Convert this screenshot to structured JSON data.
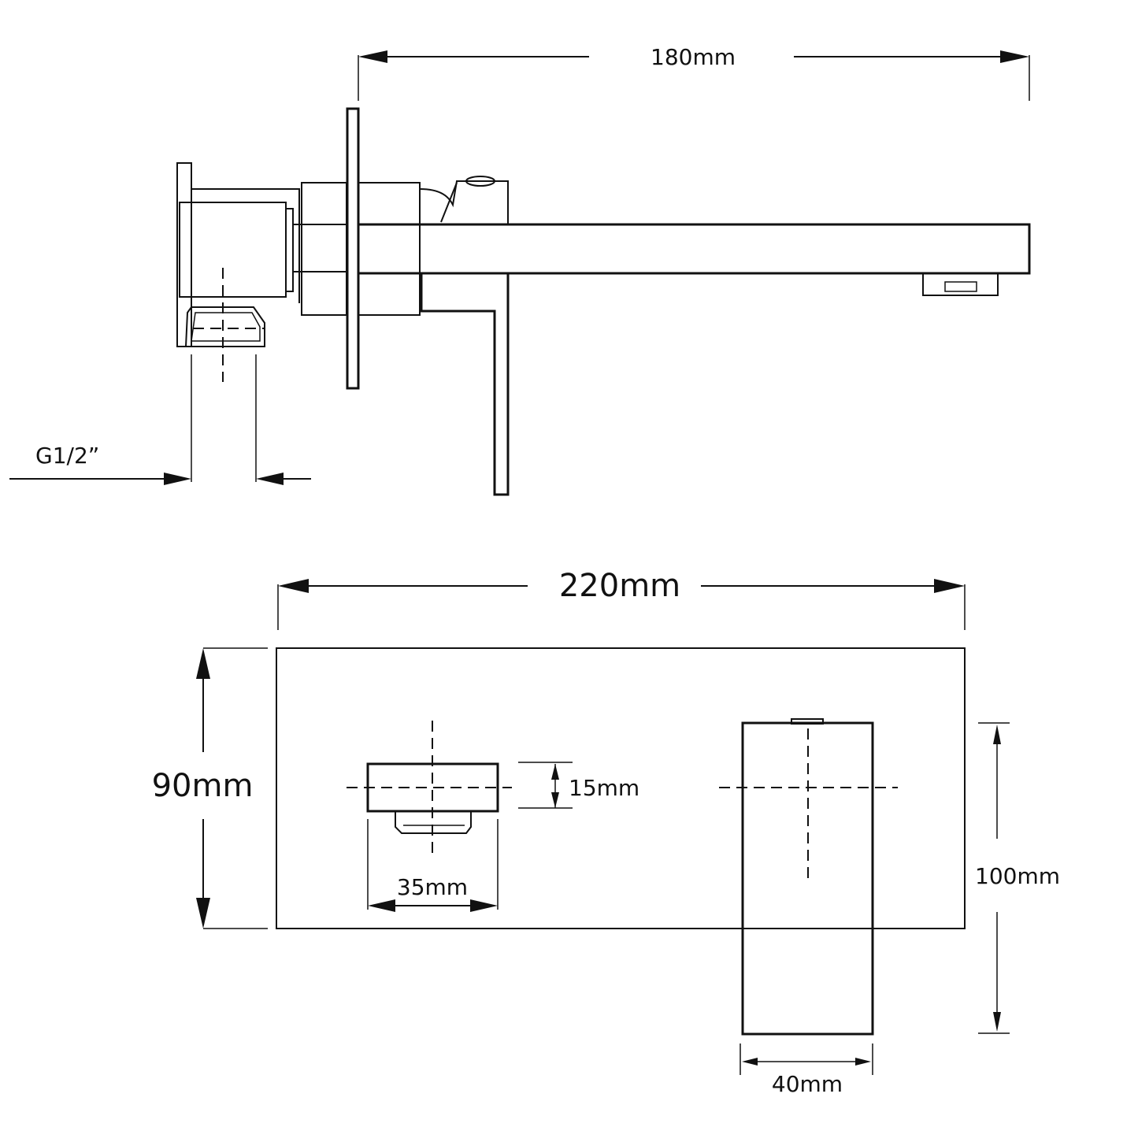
{
  "dimensions": {
    "spout_projection": "180mm",
    "inlet_thread": "G1/2”",
    "plate_width": "220mm",
    "plate_height": "90mm",
    "spout_outlet_height": "15mm",
    "spout_outlet_width": "35mm",
    "handle_height": "100mm",
    "handle_width": "40mm"
  },
  "colors": {
    "line": "#111111",
    "background": "#ffffff"
  }
}
